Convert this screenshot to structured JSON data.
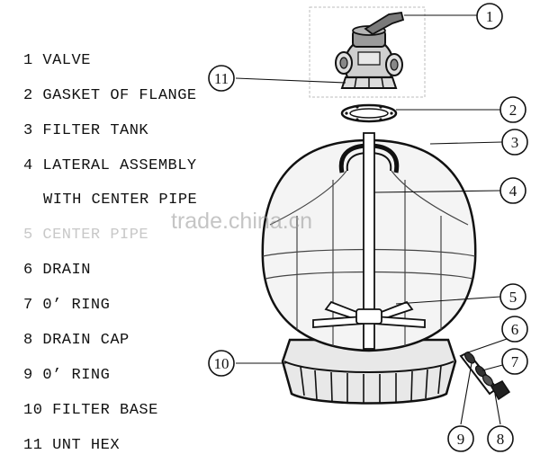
{
  "legend": [
    {
      "num": "1",
      "text": "VALVE"
    },
    {
      "num": "2",
      "text": "GASKET OF FLANGE"
    },
    {
      "num": "3",
      "text": "FILTER TANK"
    },
    {
      "num": "4",
      "text": "LATERAL ASSEMBLY"
    },
    {
      "num": "",
      "text": "WITH CENTER PIPE"
    },
    {
      "num": "5",
      "text": "CENTER PIPE"
    },
    {
      "num": "6",
      "text": "DRAIN"
    },
    {
      "num": "7",
      "text": "0’ RING"
    },
    {
      "num": "8",
      "text": "DRAIN CAP"
    },
    {
      "num": "9",
      "text": "0’ RING"
    },
    {
      "num": "10",
      "text": "FILTER BASE"
    },
    {
      "num": "11",
      "text": "UNT HEX"
    }
  ],
  "callouts": [
    "1",
    "2",
    "3",
    "4",
    "5",
    "6",
    "7",
    "8",
    "9",
    "10",
    "11"
  ],
  "watermark": "trade.china.cn",
  "colors": {
    "ink": "#111111",
    "tank_fill": "#f4f4f4",
    "watermark": "#969696"
  }
}
